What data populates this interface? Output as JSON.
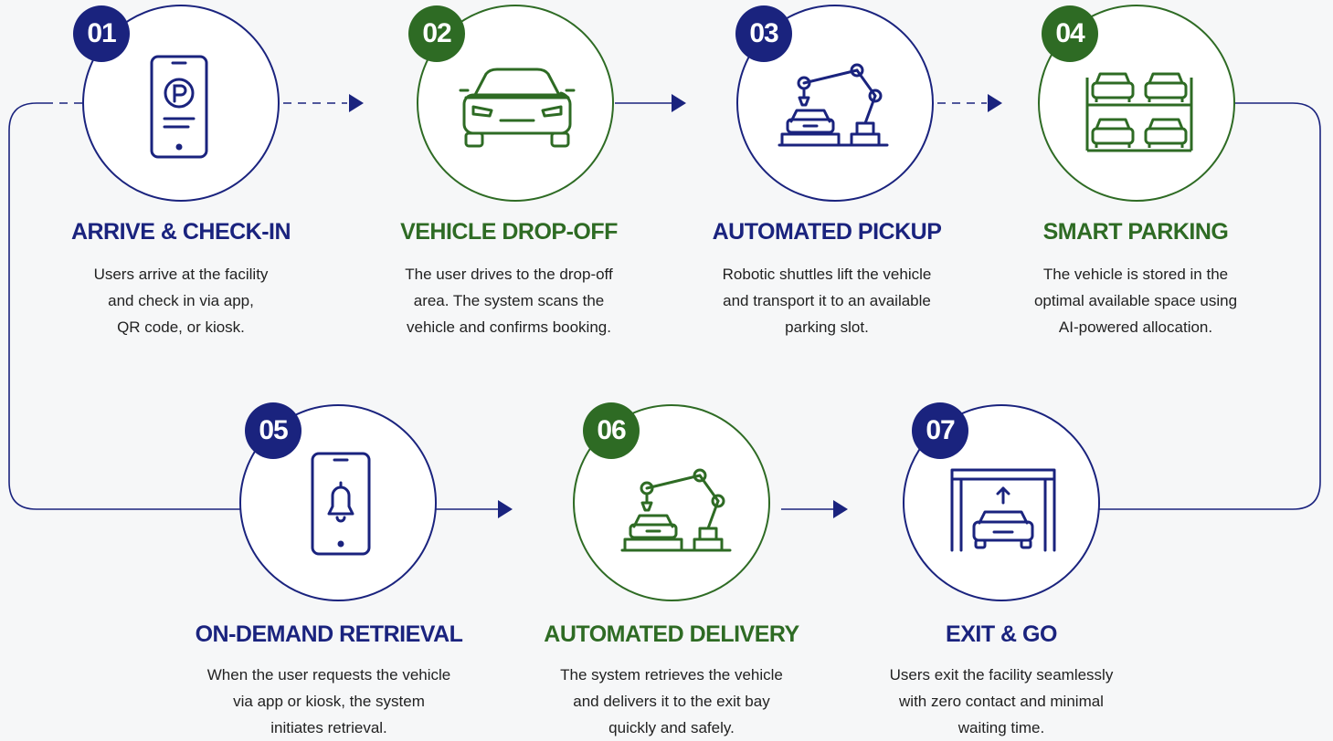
{
  "colors": {
    "navy": "#1a237e",
    "green": "#2e6b24"
  },
  "steps": [
    {
      "number": "01",
      "title": "ARRIVE & CHECK-IN",
      "icon": "parking-phone-icon",
      "color": "navy",
      "desc": [
        "Users arrive at the facility",
        "and check in via app,",
        "QR code, or kiosk."
      ]
    },
    {
      "number": "02",
      "title": "VEHICLE DROP-OFF",
      "icon": "car-front-icon",
      "color": "green",
      "desc": [
        "The user drives to the drop-off",
        "area. The system scans the",
        "vehicle and confirms booking."
      ]
    },
    {
      "number": "03",
      "title": "AUTOMATED PICKUP",
      "icon": "robot-arm-car-icon",
      "color": "navy",
      "desc": [
        "Robotic shuttles lift the vehicle",
        "and transport it to an available",
        "parking slot."
      ]
    },
    {
      "number": "04",
      "title": "SMART PARKING",
      "icon": "parking-rack-icon",
      "color": "green",
      "desc": [
        "The vehicle is stored in the",
        "optimal available space using",
        "AI-powered allocation."
      ]
    },
    {
      "number": "05",
      "title": "ON-DEMAND RETRIEVAL",
      "icon": "notification-phone-icon",
      "color": "navy",
      "desc": [
        "When the user requests the vehicle",
        "via app or kiosk, the system",
        "initiates retrieval."
      ]
    },
    {
      "number": "06",
      "title": "AUTOMATED DELIVERY",
      "icon": "robot-arm-car-icon",
      "color": "green",
      "desc": [
        "The system retrieves the vehicle",
        "and delivers it to the exit bay",
        "quickly and safely."
      ]
    },
    {
      "number": "07",
      "title": "EXIT & GO",
      "icon": "exit-gate-car-icon",
      "color": "navy",
      "desc": [
        "Users exit the facility seamlessly",
        "with zero contact and minimal",
        "waiting time."
      ]
    }
  ]
}
